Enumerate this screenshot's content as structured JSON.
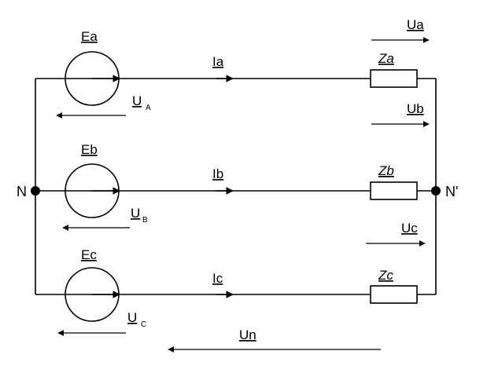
{
  "sources": {
    "a": {
      "label": "Ea",
      "voltage_main": "U",
      "voltage_sub": "A"
    },
    "b": {
      "label": "Eb",
      "voltage_main": "U",
      "voltage_sub": "B"
    },
    "c": {
      "label": "Ec",
      "voltage_main": "U",
      "voltage_sub": "C"
    }
  },
  "currents": {
    "a": "Ia",
    "b": "Ib",
    "c": "Ic"
  },
  "impedances": {
    "a": "Za",
    "b": "Zb",
    "c": "Zc"
  },
  "load_voltages": {
    "a": "Ua",
    "b": "Ub",
    "c": "Uc"
  },
  "nodes": {
    "left": "N",
    "right": "N'"
  },
  "neutral_voltage": "Un"
}
